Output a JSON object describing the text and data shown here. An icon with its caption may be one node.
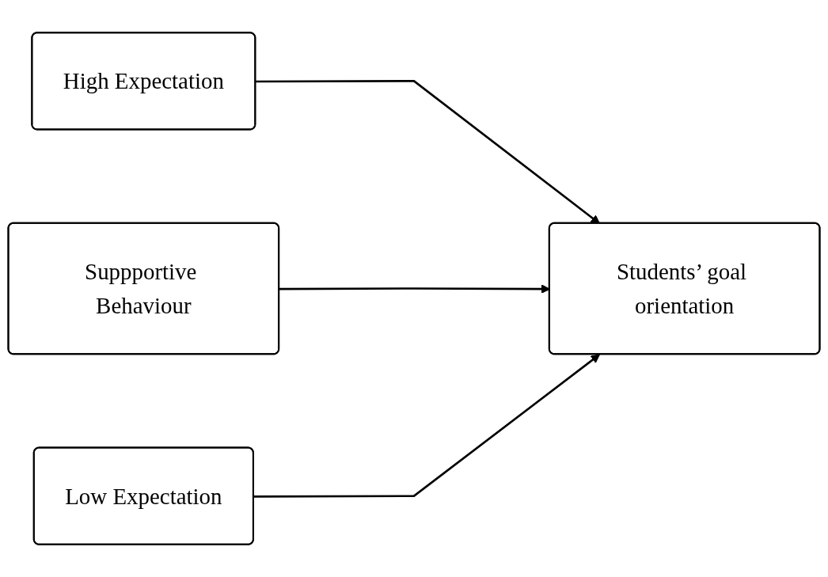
{
  "diagram": {
    "nodes": [
      {
        "text": [
          "High Expectation"
        ]
      },
      {
        "text": [
          "Suppportive Behaviour"
        ]
      },
      {
        "text": [
          "Low Expectation"
        ]
      },
      {
        "text": [
          "Students’ goal orientation"
        ]
      }
    ],
    "edges": [
      {
        "from": 0,
        "to": 3,
        "arrow": "to"
      },
      {
        "from": 1,
        "to": 3,
        "arrow": "to"
      },
      {
        "from": 2,
        "to": 3,
        "arrow": "to"
      }
    ]
  }
}
